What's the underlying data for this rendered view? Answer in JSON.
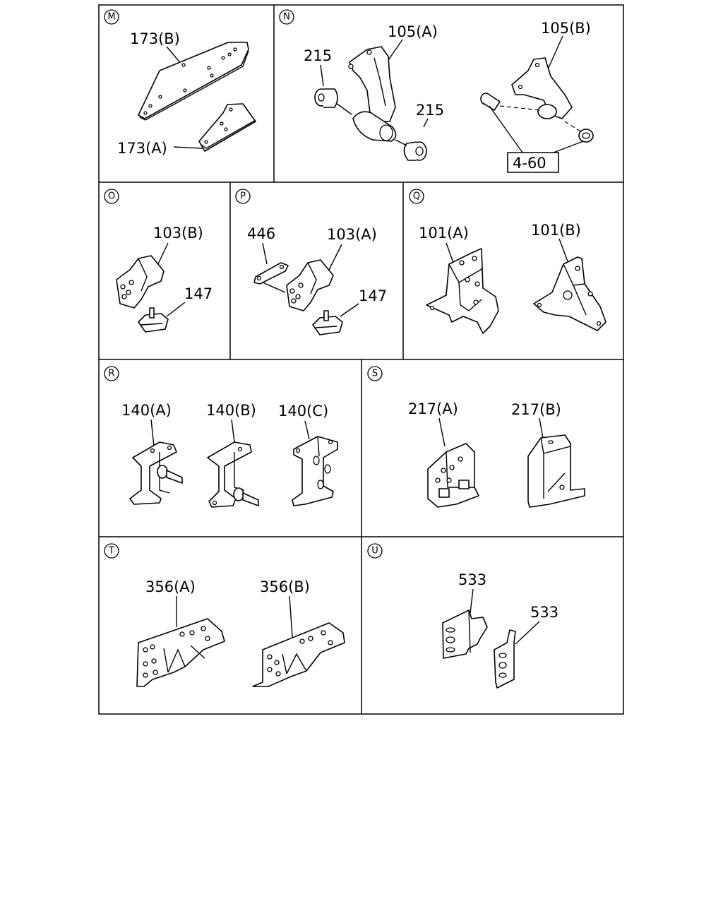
{
  "panels": {
    "M": {
      "letter": "M",
      "labels": {
        "l1": "173(B)",
        "l2": "173(A)"
      }
    },
    "N": {
      "letter": "N",
      "labels": {
        "l1": "105(A)",
        "l2": "105(B)",
        "l3": "215",
        "l4": "215",
        "ref": "4-60"
      }
    },
    "O": {
      "letter": "O",
      "labels": {
        "l1": "103(B)",
        "l2": "147"
      }
    },
    "P": {
      "letter": "P",
      "labels": {
        "l1": "446",
        "l2": "103(A)",
        "l3": "147"
      }
    },
    "Q": {
      "letter": "Q",
      "labels": {
        "l1": "101(A)",
        "l2": "101(B)"
      }
    },
    "R": {
      "letter": "R",
      "labels": {
        "l1": "140(A)",
        "l2": "140(B)",
        "l3": "140(C)"
      }
    },
    "S": {
      "letter": "S",
      "labels": {
        "l1": "217(A)",
        "l2": "217(B)"
      }
    },
    "T": {
      "letter": "T",
      "labels": {
        "l1": "356(A)",
        "l2": "356(B)"
      }
    },
    "U": {
      "letter": "U",
      "labels": {
        "l1": "533",
        "l2": "533"
      }
    }
  }
}
